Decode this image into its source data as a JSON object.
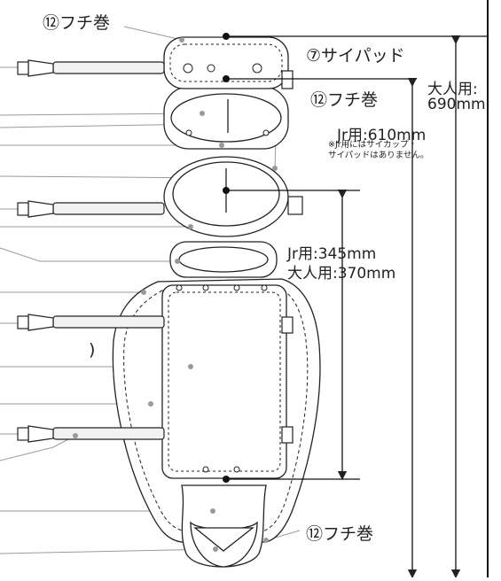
{
  "labels": {
    "fuchimaki_top": "⑫フチ巻",
    "thigh_pad": "⑦サイパッド",
    "fuchimaki_mid": "⑫フチ巻",
    "fuchimaki_bottom": "⑫フチ巻",
    "adult_total_1": "大人用:",
    "adult_total_2": "690mm",
    "jr_total": "Jr用:610mm",
    "jr_note_1": "※Jr用にはサイカップ・",
    "jr_note_2": "サイパッドはありません。",
    "jr_shin": "Jr用:345mm",
    "adult_shin": "大人用:370mm",
    "paren": ")"
  },
  "colors": {
    "line": "#222222",
    "leader": "#9a9a9a",
    "pad_fill": "#ffffff",
    "strap_fill": "#f2f2f2"
  }
}
